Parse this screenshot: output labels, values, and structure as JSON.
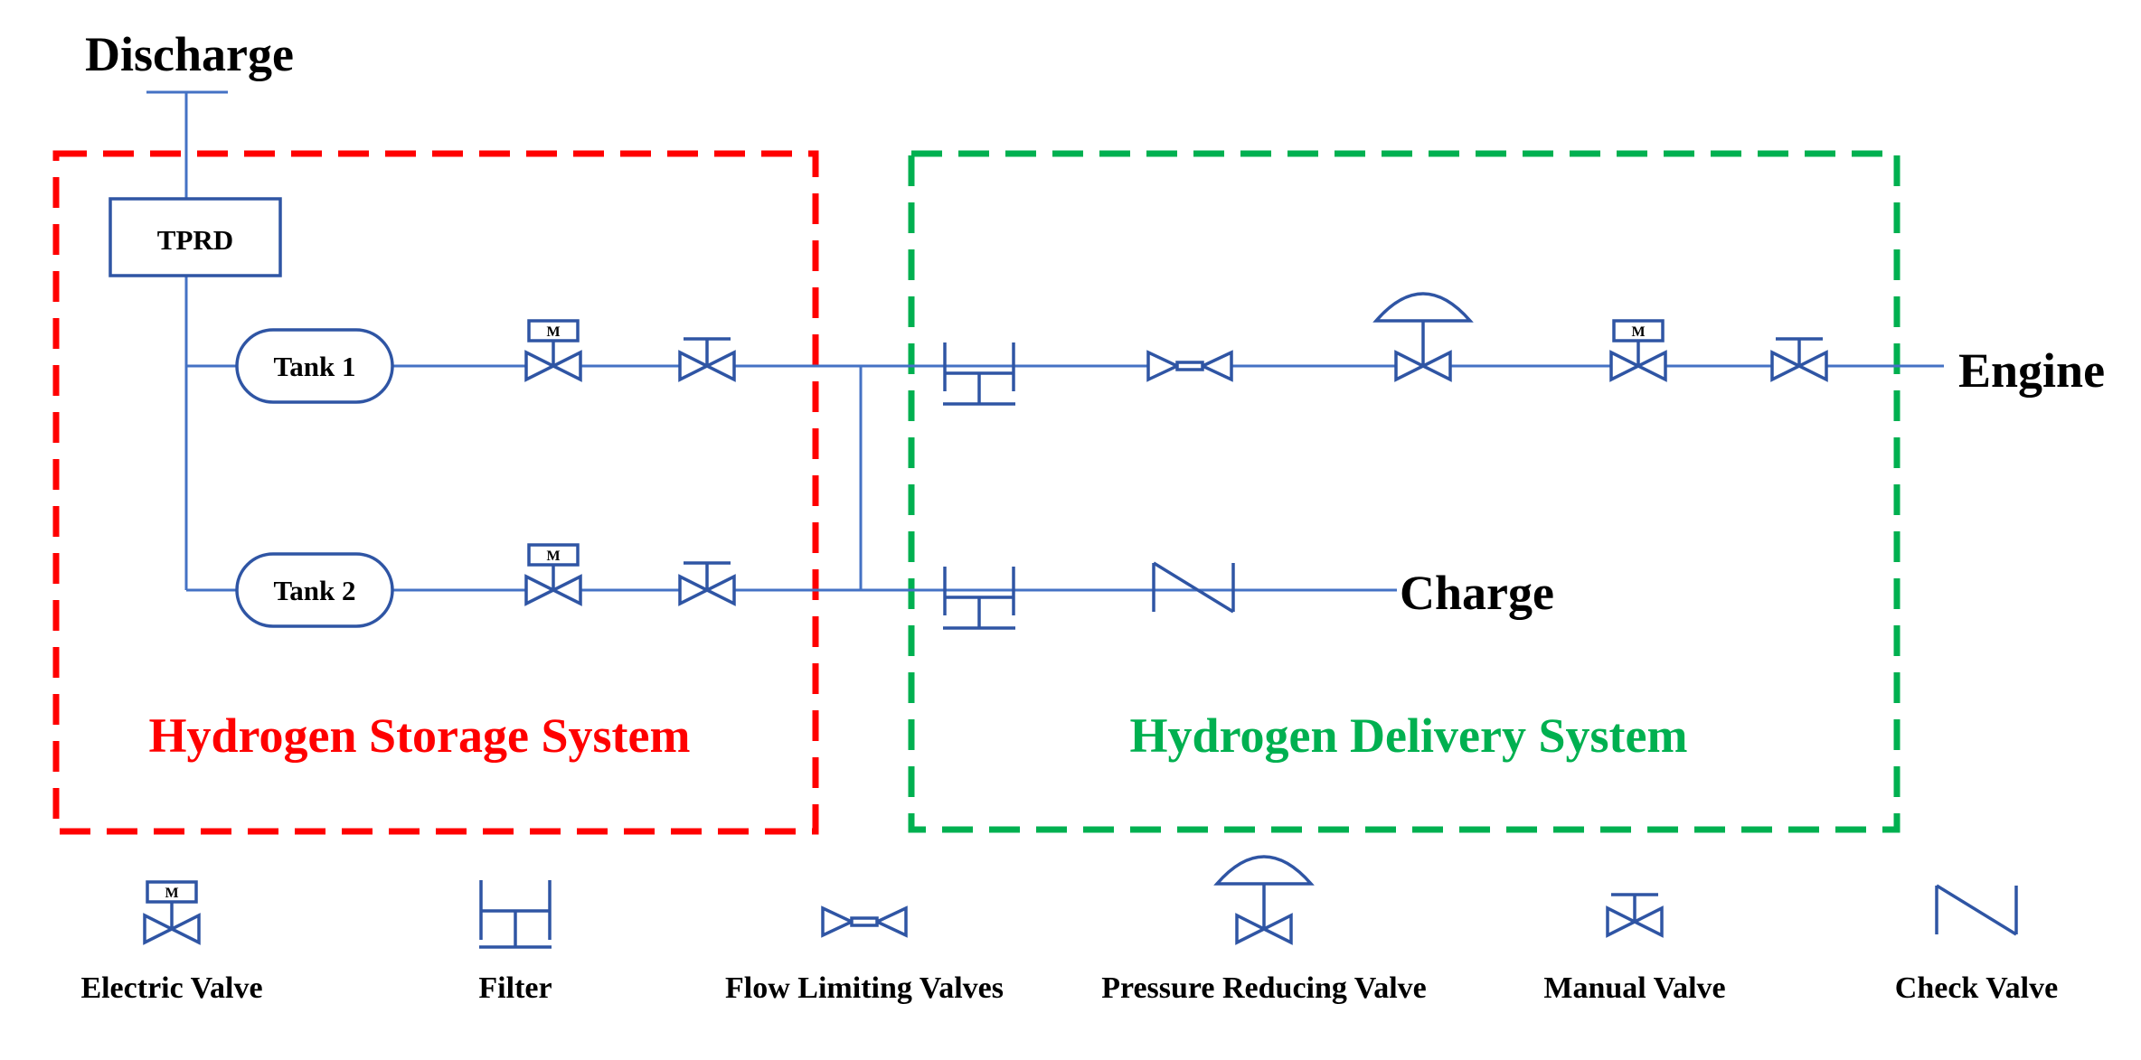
{
  "labels": {
    "discharge": "Discharge",
    "engine": "Engine",
    "charge": "Charge",
    "tprd": "TPRD",
    "tank1": "Tank 1",
    "tank2": "Tank 2",
    "motor_mark": "M"
  },
  "regions": {
    "storage": {
      "label": "Hydrogen Storage System",
      "color": "#ff0000"
    },
    "delivery": {
      "label": "Hydrogen Delivery System",
      "color": "#00b050"
    }
  },
  "legend": [
    {
      "symbol": "electric-valve",
      "label": "Electric Valve"
    },
    {
      "symbol": "filter",
      "label": "Filter"
    },
    {
      "symbol": "flow-limiting-valve",
      "label": "Flow Limiting Valves"
    },
    {
      "symbol": "pressure-reducing-valve",
      "label": "Pressure Reducing Valve"
    },
    {
      "symbol": "manual-valve",
      "label": "Manual Valve"
    },
    {
      "symbol": "check-valve",
      "label": "Check Valve"
    }
  ],
  "colors": {
    "pipe": "#4472c4",
    "symbol": "#2f55a4",
    "text": "#000000"
  }
}
